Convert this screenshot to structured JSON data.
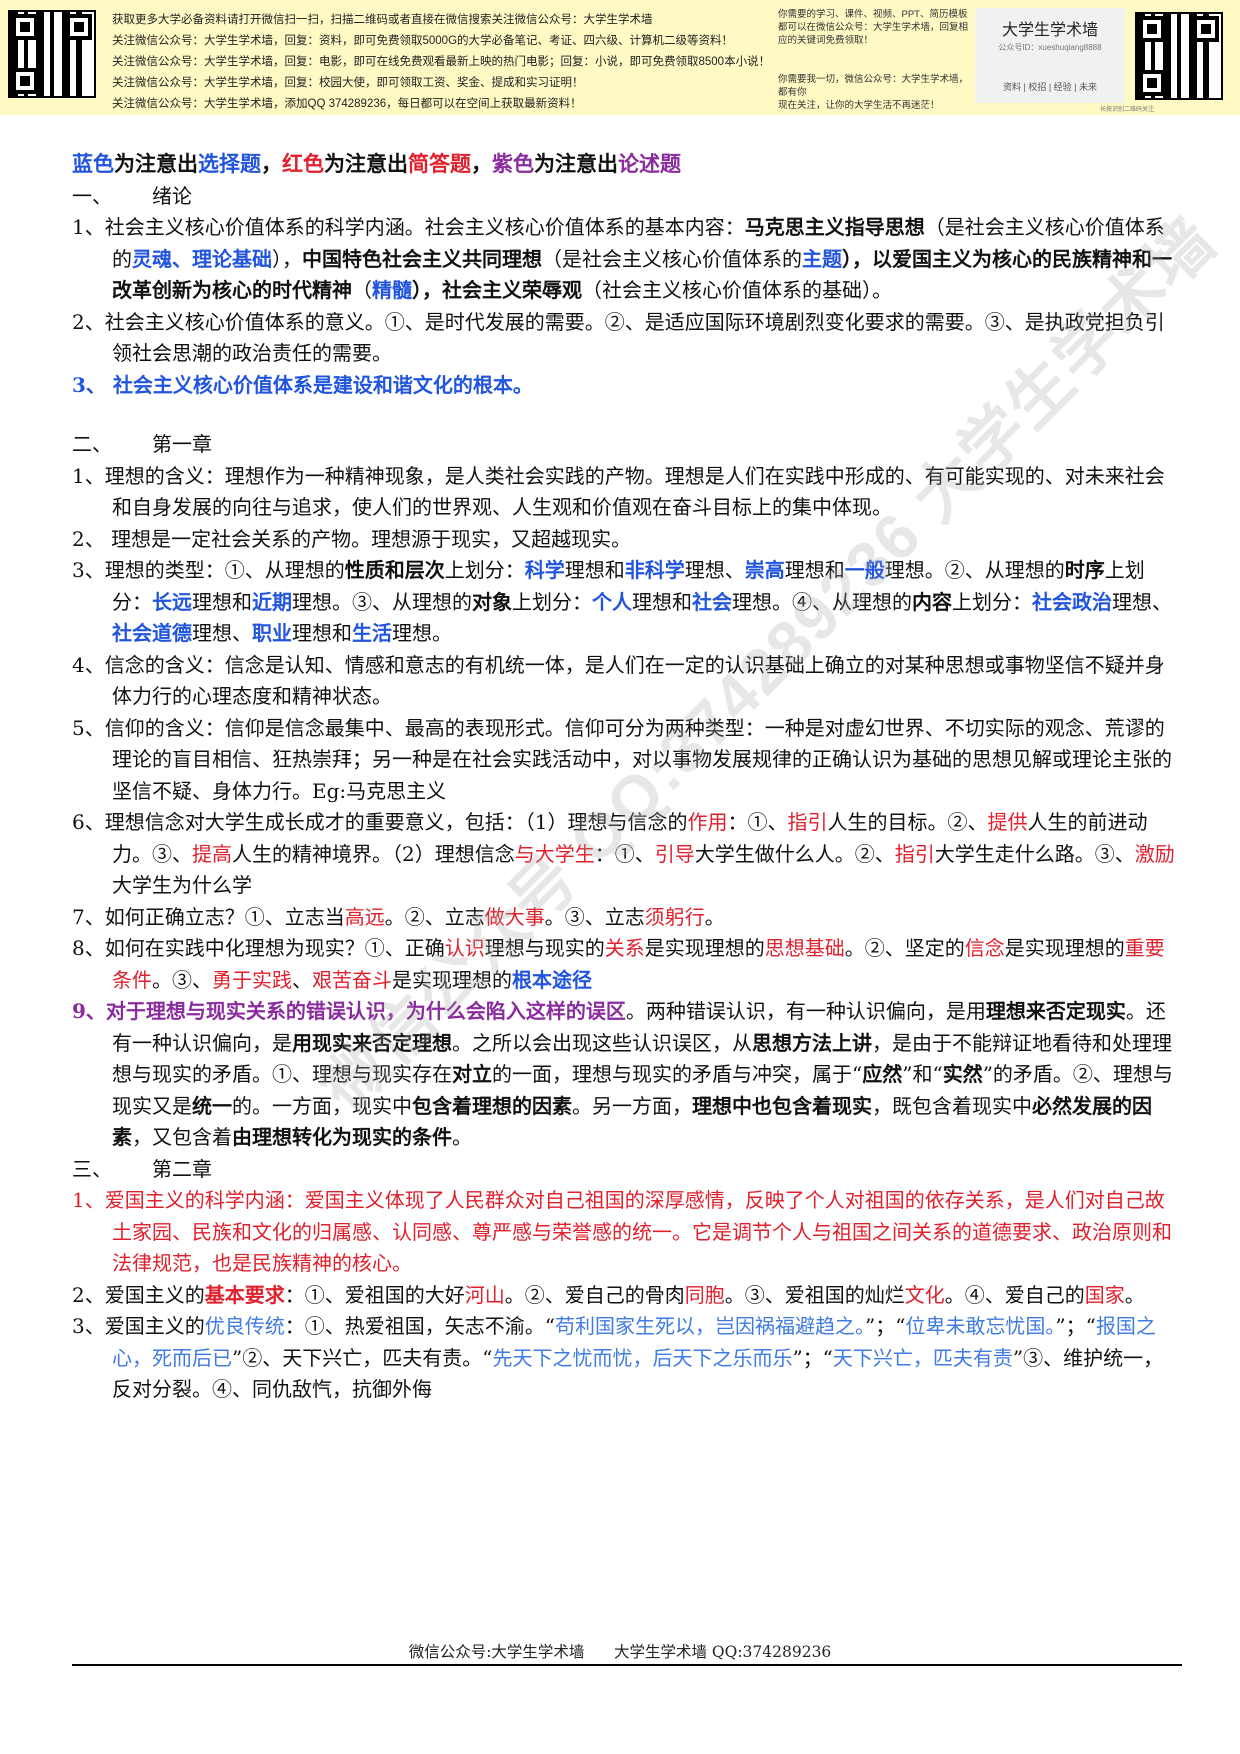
{
  "banner": {
    "lines": [
      "获取更多大学必备资料请打开微信扫一扫，扫描二维码或者直接在微信搜索关注微信公众号：大学生学术墙",
      "关注微信公众号：大学生学术墙，回复：资料，即可免费领取5000G的大学必备笔记、考证、四六级、计算机二级等资料！",
      "关注微信公众号：大学生学术墙，回复：电影，即可在线免费观看最新上映的热门电影；回复：小说，即可免费领取8500本小说！",
      "关注微信公众号：大学生学术墙，回复：校园大使，即可领取工资、奖金、提成和实习证明！",
      "关注微信公众号：大学生学术墙，添加QQ 374289236，每日都可以在空间上获取最新资料！"
    ],
    "right_lines_top": [
      "你需要的学习、课件、视频、PPT、简历模板",
      "都可以在微信公众号：大学生学术墙，回复相",
      "应的关键词免费领取！"
    ],
    "right_lines_bottom": [
      "你需要我一切，微信公众号：大学生学术墙，都有你",
      "现在关注，让你的大学生活不再迷茫！"
    ],
    "brand_name": "大学生学术墙",
    "brand_sub": "公众号ID：xueshuqiang8888",
    "brand_menu": "资料 | 校招 | 经验 | 未来",
    "brand_tip": "长按识别二维码关注"
  },
  "legend": {
    "p1": "蓝色",
    "p2": "为注意出",
    "p3": "选择题",
    "p4": "，",
    "p5": "红色",
    "p6": "为注意出",
    "p7": "简答题",
    "p8": "，",
    "p9": "紫色",
    "p10": "为注意出",
    "p11": "论述题"
  },
  "s1": {
    "num": "一、",
    "title": "绪论"
  },
  "s1i1": {
    "a": "1、社会主义核心价值体系的科学内涵。社会主义核心价值体系的基本内容：",
    "b": "马克思主义指导思想",
    "c": "（是社会主义核心价值体系的",
    "d": "灵魂、理论基础",
    "e": "），",
    "f": "中国特色社会主义共同理想",
    "g": "（是社会主义核心价值体系的",
    "h": "主题",
    "i": "），",
    "j": "以爱国主义为核心的民族精神和一改革创新为核心的时代精神",
    "k": "（",
    "l": "精髓",
    "m": "），",
    "n": "社会主义荣辱观",
    "o": "（社会主义核心价值体系的基础）。"
  },
  "s1i2": "2、社会主义核心价值体系的意义。①、是时代发展的需要。②、是适应国际环境剧烈变化要求的需要。③、是执政党担负引领社会思潮的政治责任的需要。",
  "s1i3": "3、 社会主义核心价值体系是建设和谐文化的根本。",
  "s2": {
    "num": "二、",
    "title": "第一章"
  },
  "s2i1": "1、理想的含义：理想作为一种精神现象，是人类社会实践的产物。理想是人们在实践中形成的、有可能实现的、对未来社会和自身发展的向往与追求，使人们的世界观、人生观和价值观在奋斗目标上的集中体现。",
  "s2i2": "2、 理想是一定社会关系的产物。理想源于现实，又超越现实。",
  "s2i3": {
    "a": "3、理想的类型：①、从理想的",
    "b": "性质和层次",
    "c": "上划分：",
    "d": "科学",
    "e": "理想和",
    "f": "非科学",
    "g": "理想、",
    "h": "崇高",
    "i": "理想和",
    "j": "一般",
    "k": "理想。②、从理想的",
    "l": "时序",
    "m": "上划分：",
    "n": "长远",
    "o": "理想和",
    "p": "近期",
    "q": "理想。③、从理想的",
    "r": "对象",
    "s": "上划分：",
    "t": "个人",
    "u": "理想和",
    "v": "社会",
    "w": "理想。④、从理想的",
    "x": "内容",
    "y": "上划分：",
    "z": "社会政治",
    "aa": "理想、",
    "ab": "社会道德",
    "ac": "理想、",
    "ad": "职业",
    "ae": "理想和",
    "af": "生活",
    "ag": "理想。"
  },
  "s2i4": "4、信念的含义：信念是认知、情感和意志的有机统一体，是人们在一定的认识基础上确立的对某种思想或事物坚信不疑并身体力行的心理态度和精神状态。",
  "s2i5": "5、信仰的含义：信仰是信念最集中、最高的表现形式。信仰可分为两种类型：一种是对虚幻世界、不切实际的观念、荒谬的理论的盲目相信、狂热崇拜；另一种是在社会实践活动中，对以事物发展规律的正确认识为基础的思想见解或理论主张的坚信不疑、身体力行。Eg:马克思主义",
  "s2i6": {
    "a": "6、理想信念对大学生成长成才的重要意义，包括：（1）理想与信念的",
    "b": "作用",
    "c": "：①、",
    "d": "指引",
    "e": "人生的目标。②、",
    "f": "提供",
    "g": "人生的前进动力。③、",
    "h": "提高",
    "i": "人生的精神境界。（2）理想信念",
    "j": "与大学生",
    "k": "：①、",
    "l": "引导",
    "m": "大学生做什么人。②、",
    "n": "指引",
    "o": "大学生走什么路。③、",
    "p": "激励",
    "q": "大学生为什么学"
  },
  "s2i7": {
    "a": "7、如何正确立志？①、立志当",
    "b": "高远",
    "c": "。②、立志",
    "d": "做大事",
    "e": "。③、立志",
    "f": "须躬行",
    "g": "。"
  },
  "s2i8": {
    "a": "8、如何在实践中化理想为现实？①、正确",
    "b": "认识",
    "c": "理想与现实的",
    "d": "关系",
    "e": "是实现理想的",
    "f": "思想基础",
    "g": "。②、坚定的",
    "h": "信念",
    "i": "是实现理想的",
    "j": "重要条件",
    "k": "。③、",
    "l": "勇于实践",
    "m": "、",
    "n": "艰苦奋斗",
    "o": "是实现理想的",
    "p": "根本途径"
  },
  "s2i9": {
    "a": "9、",
    "b": "对于理想与现实关系的错误认识，为什么会陷入这样的误区",
    "c": "。两种错误认识，有一种认识偏向，是用",
    "d": "理想来否定现实",
    "e": "。还有一种认识偏向，是",
    "f": "用现实来否定理想",
    "g": "。之所以会出现这些认识误区，从",
    "h": "思想方法上讲",
    "i": "，是由于不能辩证地看待和处理理想与现实的矛盾。①、理想与现实存在",
    "j": "对立",
    "k": "的一面，理想与现实的矛盾与冲突，属于“",
    "l": "应然",
    "m": "”和“",
    "n": "实然",
    "o": "”的矛盾。②、理想与现实又是",
    "p": "统一",
    "q": "的。一方面，现实中",
    "r": "包含着理想的因素",
    "s": "。另一方面，",
    "t": "理想中也包含着现实",
    "u": "，既包含着现实中",
    "v": "必然发展的因素",
    "w": "，又包含着",
    "x": "由理想转化为现实的条件",
    "y": "。"
  },
  "s3": {
    "num": "三、",
    "title": "第二章"
  },
  "s3i1": "1、爱国主义的科学内涵：爱国主义体现了人民群众对自己祖国的深厚感情，反映了个人对祖国的依存关系，是人们对自己故土家园、民族和文化的归属感、认同感、尊严感与荣誉感的统一。它是调节个人与祖国之间关系的道德要求、政治原则和法律规范，也是民族精神的核心。",
  "s3i2": {
    "a": "2、爱国主义的",
    "b": "基本要求",
    "c": "：①、爱祖国的大好",
    "d": "河山",
    "e": "。②、爱自己的骨肉",
    "f": "同胞",
    "g": "。③、爱祖国的灿烂",
    "h": "文化",
    "i": "。④、爱自己的",
    "j": "国家",
    "k": "。"
  },
  "s3i3": {
    "a": "3、爱国主义的",
    "b": "优良传统",
    "c": "：①、热爱祖国，矢志不渝。“",
    "d": "苟利国家生死以，岂因祸福避趋之。",
    "e": "”；“",
    "f": "位卑未敢忘忧国。",
    "g": "”；“",
    "h": "报国之心，死而后已",
    "i": "”②、天下兴亡，匹夫有责。“",
    "j": "先天下之忧而忧，后天下之乐而乐",
    "k": "”；“",
    "l": "天下兴亡，匹夫有责",
    "m": "”③、维护统一，反对分裂。④、同仇敌忾，抗御外侮"
  },
  "footer": "微信公众号:大学生学术墙      大学生学术墙 QQ:374289236",
  "watermark": "微信公众号 QQ:374289236 大学生学术墙"
}
